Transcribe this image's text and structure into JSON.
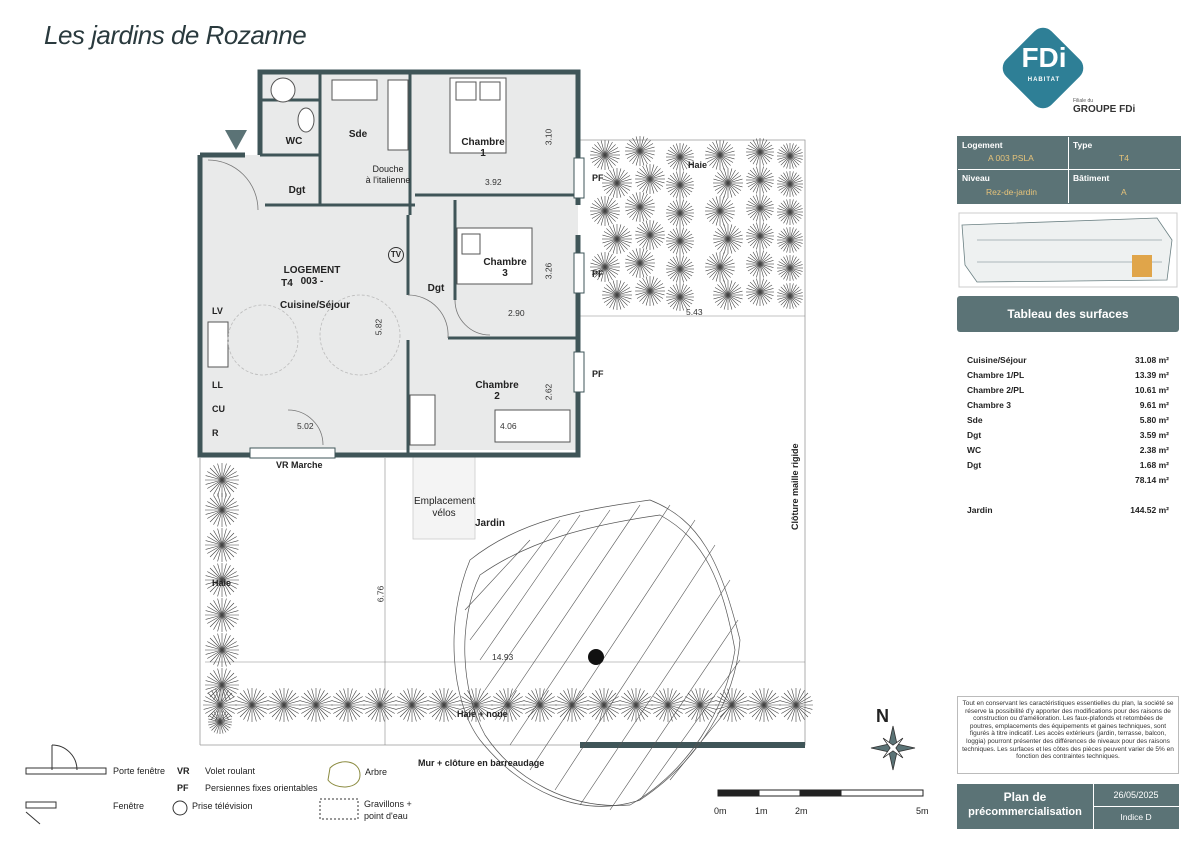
{
  "title": "Les jardins de Rozanne",
  "brand": {
    "logo_text": "FDi",
    "logo_sub": "HABITAT",
    "filiale": "Filiale du",
    "groupe": "GROUPE FDi"
  },
  "info": {
    "logement_key": "Logement",
    "logement_val": "A 003 PSLA",
    "type_key": "Type",
    "type_val": "T4",
    "niveau_key": "Niveau",
    "niveau_val": "Rez-de-jardin",
    "batiment_key": "Bâtiment",
    "batiment_val": "A"
  },
  "surfaces": {
    "title": "Tableau des surfaces",
    "rows": [
      {
        "name": "Cuisine/Séjour",
        "value": "31.08 m²"
      },
      {
        "name": "Chambre 1/PL",
        "value": "13.39 m²"
      },
      {
        "name": "Chambre 2/PL",
        "value": "10.61 m²"
      },
      {
        "name": "Chambre 3",
        "value": "9.61 m²"
      },
      {
        "name": "Sde",
        "value": "5.80 m²"
      },
      {
        "name": "Dgt",
        "value": "3.59 m²"
      },
      {
        "name": "WC",
        "value": "2.38 m²"
      },
      {
        "name": "Dgt",
        "value": "1.68 m²"
      }
    ],
    "total": "78.14 m²",
    "jardin_name": "Jardin",
    "jardin_value": "144.52 m²"
  },
  "disclaimer": "Tout en conservant les caractéristiques essentielles du plan, la société se réserve la possibilité d'y apporter des modifications pour des raisons de construction ou d'amélioration. Les faux-plafonds et retombées de poutres, emplacements des équipements et gaines techniques, sont figurés à titre indicatif. Les accès extérieurs (jardin, terrasse, balcon, loggia) pourront présenter des différences de niveaux pour des raisons techniques. Les surfaces et les côtes des pièces peuvent varier de 5% en fonction des contraintes techniques.",
  "footer": {
    "plan_line1": "Plan de",
    "plan_line2": "précommercialisation",
    "date": "26/05/2025",
    "indice": "Indice D"
  },
  "rooms": {
    "logement": "LOGEMENT 003 -",
    "logement2": "T4",
    "sejour": "Cuisine/Séjour",
    "chambre1": "Chambre 1",
    "chambre2": "Chambre 2",
    "chambre3": "Chambre 3",
    "wc": "WC",
    "sde": "Sde",
    "douche1": "Douche",
    "douche2": "à l'italienne",
    "dgt1": "Dgt",
    "dgt2": "Dgt",
    "jardin": "Jardin",
    "velos1": "Emplacement",
    "velos2": "vélos",
    "haie1": "Haie",
    "haie2": "Haie",
    "haie_noue": "Haie + noue",
    "mur": "Mur + clôture en barreaudage",
    "cloture": "Clôture maille rigide",
    "vr_marche": "VR   Marche",
    "tv": "TV",
    "lv": "LV",
    "ll": "LL",
    "cu": "CU",
    "r": "R",
    "pf1": "PF",
    "pf2": "PF",
    "pf3": "PF"
  },
  "dims": {
    "d392": "3.92",
    "d310": "3.10",
    "d326": "3.26",
    "d290": "2.90",
    "d543": "5.43",
    "d582": "5.82",
    "d262": "2.62",
    "d502": "5.02",
    "d406": "4.06",
    "d676": "6.76",
    "d1493": "14.93"
  },
  "legend": {
    "porte": "Porte fenêtre",
    "fenetre": "Fenêtre",
    "vr_key": "VR",
    "vr": "Volet roulant",
    "pf_key": "PF",
    "pf": "Persiennes fixes orientables",
    "tv": "Prise télévision",
    "arbre": "Arbre",
    "gravillons1": "Gravillons +",
    "gravillons2": "point d'eau"
  },
  "scale": {
    "s0": "0m",
    "s1": "1m",
    "s2": "2m",
    "s5": "5m"
  },
  "north": "N",
  "colors": {
    "panel": "#5b7376",
    "wall": "#3f5558",
    "accent": "#e6c37a",
    "logo": "#2e7f96"
  }
}
